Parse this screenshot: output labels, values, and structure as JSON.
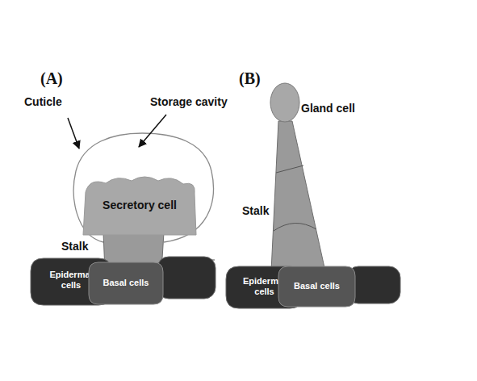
{
  "diagram": {
    "nodes": [
      {
        "text": [
          "Secretory cell"
        ]
      },
      {
        "text": [
          "Epidermal cells"
        ]
      },
      {
        "text": [
          "Basal cells"
        ]
      },
      {
        "text": [
          "Epidermal cells"
        ]
      },
      {
        "text": [
          "Basal cells"
        ]
      }
    ],
    "labels": [
      "(A)",
      "(B)",
      "Cuticle",
      "Storage cavity",
      "Stalk",
      "Gland cell",
      "Stalk"
    ]
  }
}
